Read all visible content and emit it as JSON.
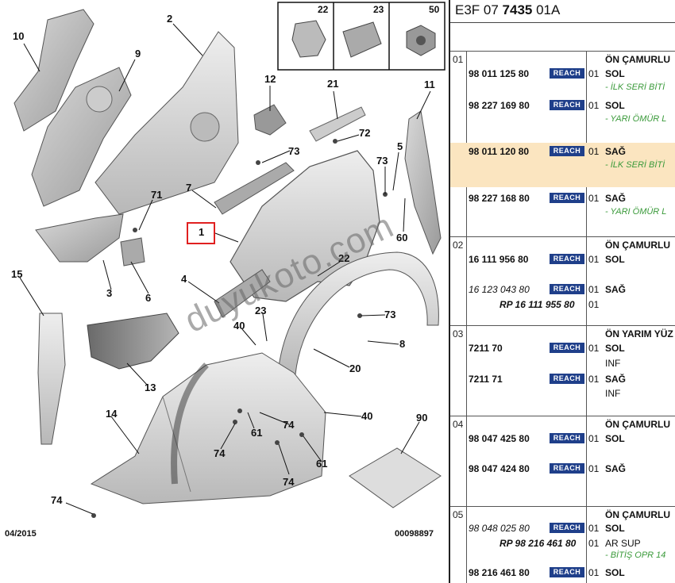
{
  "diagram": {
    "callouts": [
      "10",
      "2",
      "9",
      "12",
      "21",
      "11",
      "73",
      "72",
      "5",
      "73",
      "7",
      "71",
      "1",
      "60",
      "15",
      "22",
      "3",
      "6",
      "4",
      "73",
      "23",
      "40",
      "8",
      "20",
      "13",
      "14",
      "61",
      "74",
      "40",
      "61",
      "74",
      "74",
      "90",
      "74"
    ],
    "inset_labels": [
      "22",
      "23",
      "50"
    ],
    "footer_date": "04/2015",
    "footer_ref": "00098897",
    "watermark": "duyukoto.com"
  },
  "parts_panel": {
    "doc_ref_prefix": "E3F 07 ",
    "doc_ref_bold": "7435",
    "doc_ref_suffix": " 01A",
    "reach_label": "REACH",
    "groups": [
      {
        "no": "01",
        "title": "ÖN ÇAMURLU",
        "rows": [
          {
            "pn": "98 011 125 80",
            "reach": true,
            "qty": "01",
            "desc": "SOL",
            "note": "- İLK SERİ BİTİ",
            "highlight": false
          },
          {
            "pn": "98 227 169 80",
            "reach": true,
            "qty": "01",
            "desc": "SOL",
            "note": "- YARI ÖMÜR L",
            "highlight": false
          },
          {
            "pn": "98 011 120 80",
            "reach": true,
            "qty": "01",
            "desc": "SAĞ",
            "note": "- İLK SERİ BİTİ",
            "highlight": true
          },
          {
            "pn": "98 227 168 80",
            "reach": true,
            "qty": "01",
            "desc": "SAĞ",
            "note": "- YARI ÖMÜR L",
            "highlight": false
          }
        ]
      },
      {
        "no": "02",
        "title": "ÖN ÇAMURLU",
        "rows": [
          {
            "pn": "16 111 956 80",
            "reach": true,
            "qty": "01",
            "desc": "SOL"
          },
          {
            "pn": "16 123 043 80",
            "reach": true,
            "qty": "01",
            "desc": "SAĞ",
            "italic": true
          },
          {
            "rp": "RP 16 111 955 80",
            "qty": "01"
          }
        ]
      },
      {
        "no": "03",
        "title": "ÖN YARIM YÜZ",
        "rows": [
          {
            "pn": "7211 70",
            "reach": true,
            "qty": "01",
            "desc": "SOL",
            "sub": "INF"
          },
          {
            "pn": "7211 71",
            "reach": true,
            "qty": "01",
            "desc": "SAĞ",
            "sub": "INF"
          }
        ]
      },
      {
        "no": "04",
        "title": "ÖN ÇAMURLU",
        "rows": [
          {
            "pn": "98 047 425 80",
            "reach": true,
            "qty": "01",
            "desc": "SOL"
          },
          {
            "pn": "98 047 424 80",
            "reach": true,
            "qty": "01",
            "desc": "SAĞ"
          }
        ]
      },
      {
        "no": "05",
        "title": "ÖN ÇAMURLU",
        "rows": [
          {
            "pn": "98 048 025 80",
            "reach": true,
            "qty": "01",
            "desc": "SOL",
            "italic": true
          },
          {
            "rp": "RP 98 216 461 80",
            "qty": "01",
            "sub": "AR SUP",
            "note": "- BİTİŞ OPR 14"
          },
          {
            "pn": "98 216 461 80",
            "reach": true,
            "qty": "01",
            "desc": "SOL"
          }
        ]
      }
    ]
  },
  "colors": {
    "reach_badge": "#1f3f8a",
    "highlight_row": "#fbe5c0",
    "note_text": "#3a9a3a",
    "selected_box": "#e02020"
  }
}
